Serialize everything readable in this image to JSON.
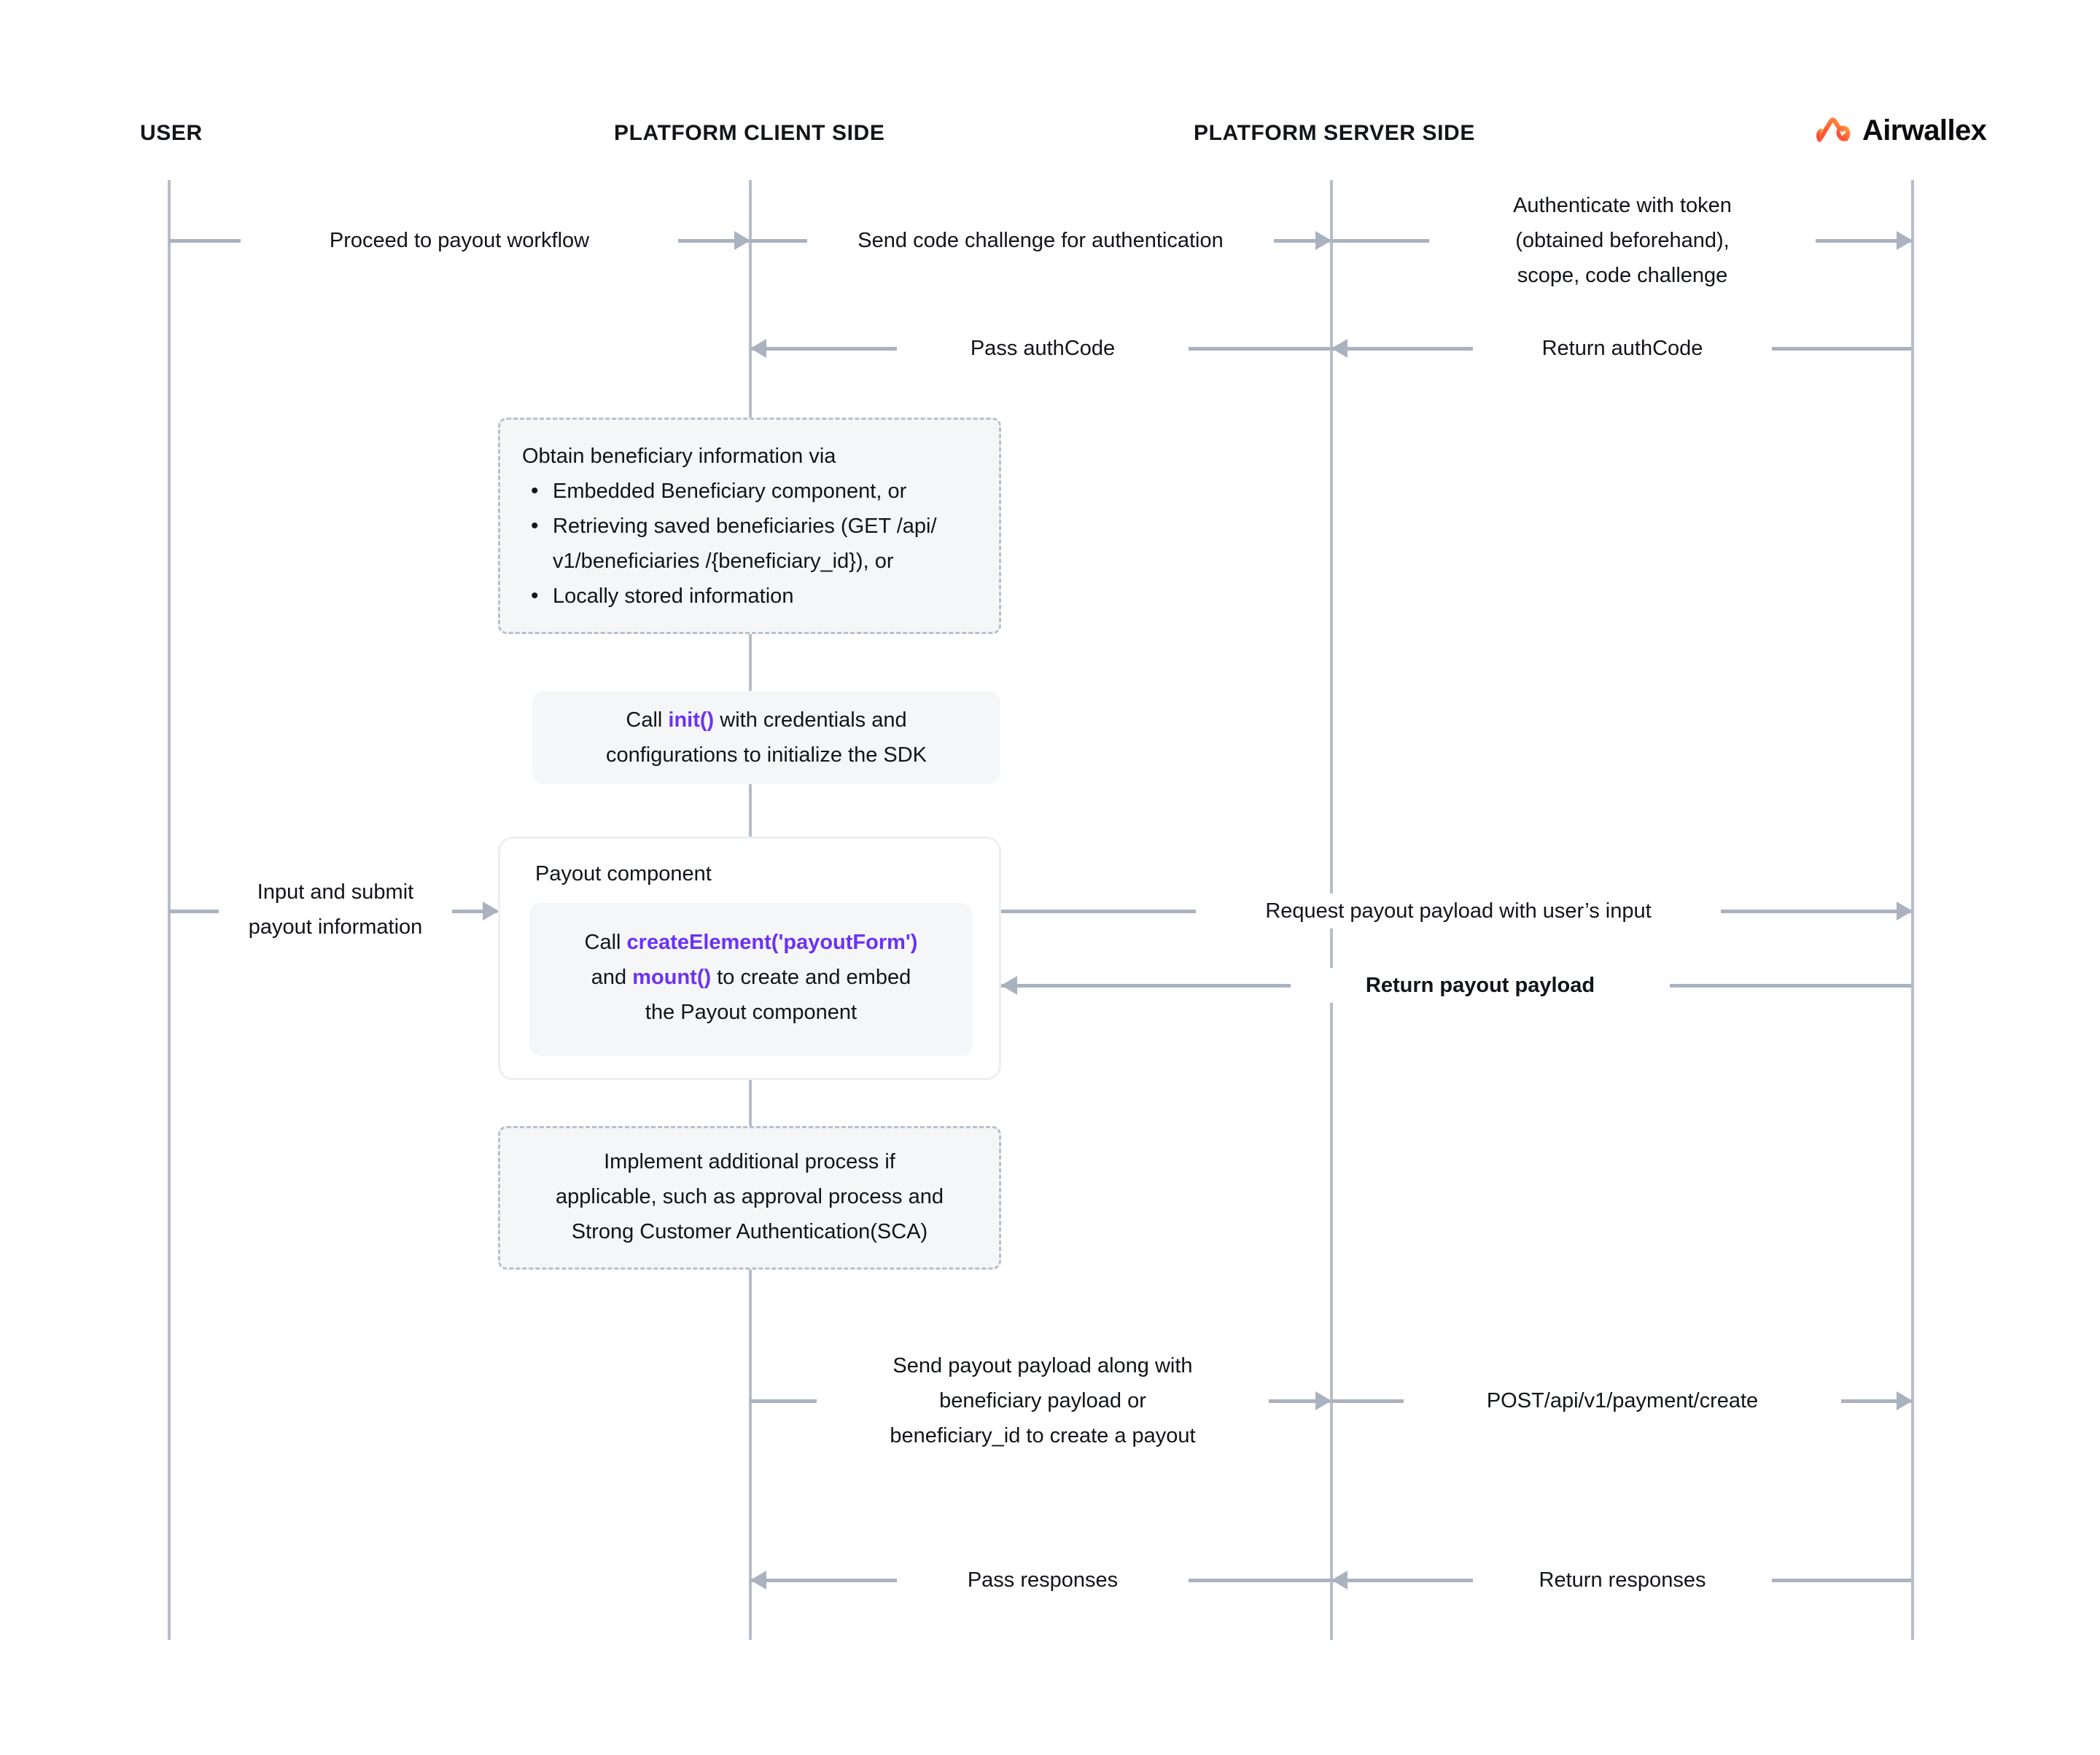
{
  "brand": {
    "name": "Airwallex",
    "mark_icon": "airwallex-infinity-mark-icon",
    "mark_color_start": "#ff4d3d",
    "mark_color_end": "#ff8a3d"
  },
  "lanes": [
    {
      "id": "user",
      "label": "USER"
    },
    {
      "id": "client",
      "label": "PLATFORM CLIENT SIDE"
    },
    {
      "id": "server",
      "label": "PLATFORM SERVER SIDE"
    },
    {
      "id": "airwallex",
      "label": ""
    }
  ],
  "messages": {
    "proceed_to_payout": "Proceed to payout workflow",
    "send_code_challenge": "Send code challenge for authentication",
    "authenticate_with_token": "Authenticate with token\n(obtained beforehand),\nscope, code challenge",
    "pass_authcode": "Pass authCode",
    "return_authcode": "Return authCode",
    "input_and_submit": "Input and submit\npayout information",
    "request_payout_payload": "Request payout payload with user’s input",
    "return_payout_payload": "Return payout payload",
    "send_payout_payload": "Send payout payload along with\nbeneficiary payload or\nbeneficiary_id to create a payout",
    "post_payment_create": "POST/api/v1/payment/create",
    "pass_responses": "Pass responses",
    "return_responses": "Return responses"
  },
  "notes": {
    "beneficiary": {
      "heading": "Obtain beneficiary information via",
      "bullets": [
        "Embedded Beneficiary component, or",
        "Retrieving saved beneficiaries (GET /api/ v1/beneficiaries /{beneficiary_id}), or",
        "Locally stored information"
      ]
    },
    "init": {
      "line1_prefix": "Call ",
      "line1_code": "init()",
      "line1_suffix": " with credentials and",
      "line2": "configurations to initialize the SDK"
    },
    "payout_component": {
      "title": "Payout component",
      "line1_prefix": "Call ",
      "line1_code": "createElement('payoutForm')",
      "line2_prefix": "and ",
      "line2_code": "mount()",
      "line2_suffix": " to create and embed",
      "line3": "the Payout component"
    },
    "sca": {
      "text": "Implement additional process if\napplicable, such as approval process and\nStrong Customer Authentication(SCA)"
    }
  },
  "colors": {
    "line": "#aab2c0",
    "lifeline": "#b6bdc9",
    "note_fill": "#f5f6f8",
    "note_dash_border": "#b9c0cb",
    "code_accent": "#6c31f5",
    "text": "#12141a"
  }
}
